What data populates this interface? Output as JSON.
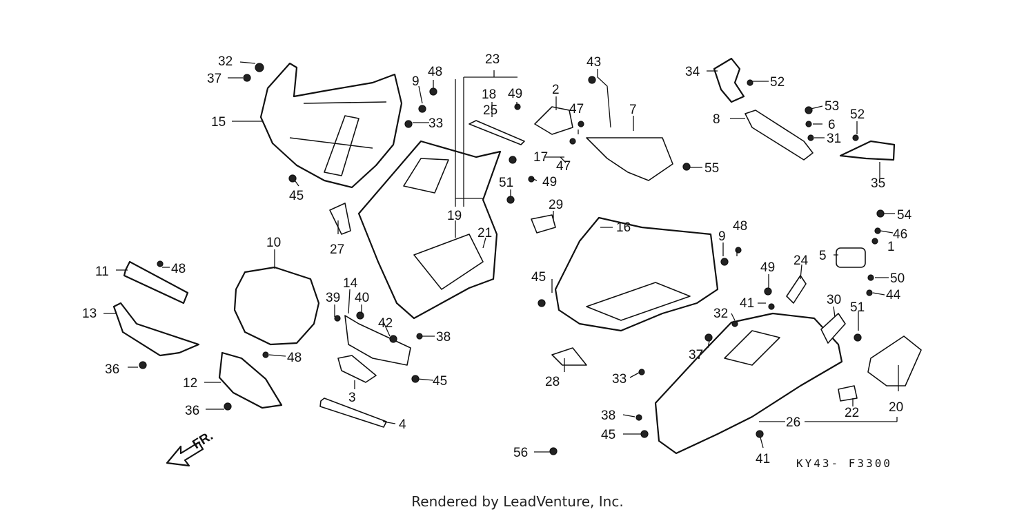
{
  "diagram": {
    "callouts": [
      "1",
      "2",
      "3",
      "4",
      "5",
      "6",
      "7",
      "8",
      "9",
      "9",
      "10",
      "11",
      "12",
      "13",
      "14",
      "15",
      "16",
      "17",
      "18",
      "19",
      "20",
      "21",
      "22",
      "23",
      "24",
      "25",
      "26",
      "27",
      "28",
      "29",
      "30",
      "31",
      "32",
      "32",
      "33",
      "33",
      "34",
      "35",
      "36",
      "36",
      "37",
      "37",
      "38",
      "38",
      "39",
      "40",
      "41",
      "41",
      "42",
      "43",
      "44",
      "45",
      "45",
      "45",
      "45",
      "46",
      "47",
      "47",
      "48",
      "48",
      "48",
      "48",
      "49",
      "49",
      "49",
      "50",
      "51",
      "51",
      "52",
      "52",
      "53",
      "54",
      "55",
      "56"
    ],
    "front_marker": "FR.",
    "drawing_code": "KY43- F3300",
    "credit": "Rendered by LeadVenture, Inc."
  }
}
